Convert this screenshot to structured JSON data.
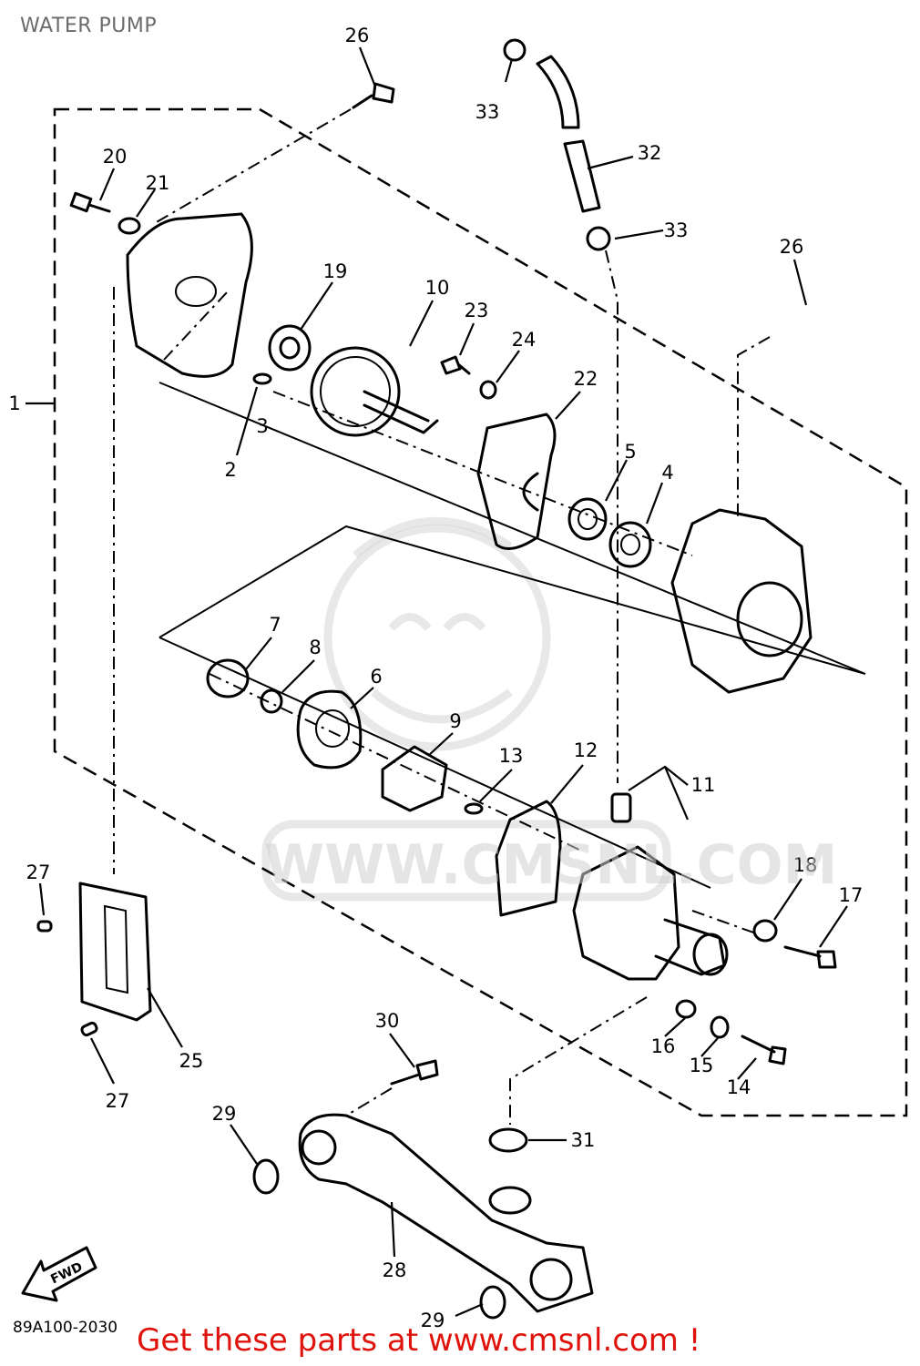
{
  "title": "WATER PUMP",
  "drawing_code": "89A100-2030",
  "promo_text": "Get these parts at www.cmsnl.com !",
  "watermark": "WWW.CMSNL.COM",
  "fwd_label": "FWD",
  "callouts": {
    "c1": "1",
    "c2": "2",
    "c3": "3",
    "c4": "4",
    "c5": "5",
    "c6": "6",
    "c7": "7",
    "c8": "8",
    "c9": "9",
    "c10": "10",
    "c11": "11",
    "c12": "12",
    "c13": "13",
    "c14": "14",
    "c15": "15",
    "c16": "16",
    "c17": "17",
    "c18": "18",
    "c19": "19",
    "c20": "20",
    "c21": "21",
    "c22": "22",
    "c23": "23",
    "c24": "24",
    "c25": "25",
    "c26a": "26",
    "c26b": "26",
    "c27a": "27",
    "c27b": "27",
    "c28": "28",
    "c29a": "29",
    "c29b": "29",
    "c30": "30",
    "c31": "31",
    "c32": "32",
    "c33a": "33",
    "c33b": "33"
  },
  "colors": {
    "line": "#000000",
    "promo": "#e0130c",
    "title": "#6b6b6b",
    "watermark": "#d0d0d0"
  }
}
